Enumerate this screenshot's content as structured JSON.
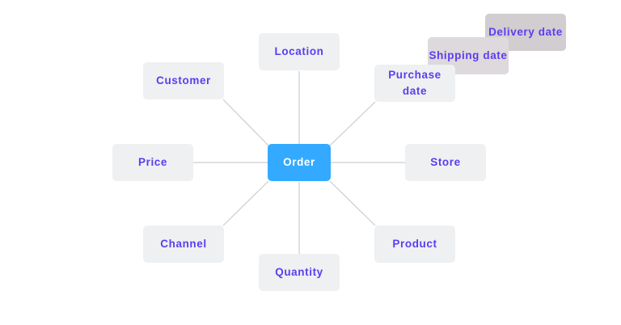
{
  "diagram": {
    "center": {
      "label": "Order"
    },
    "nodes": {
      "location": "Location",
      "customer": "Customer",
      "purchase_date": "Purchase date",
      "shipping_date": "Shipping date",
      "delivery_date": "Delivery date",
      "price": "Price",
      "store": "Store",
      "channel": "Channel",
      "product": "Product",
      "quantity": "Quantity"
    }
  },
  "colors": {
    "center_fill": "#33aaff",
    "node_fill": "#eef0f2",
    "label_color": "#5a3df0",
    "connector": "#c9ccd1"
  }
}
